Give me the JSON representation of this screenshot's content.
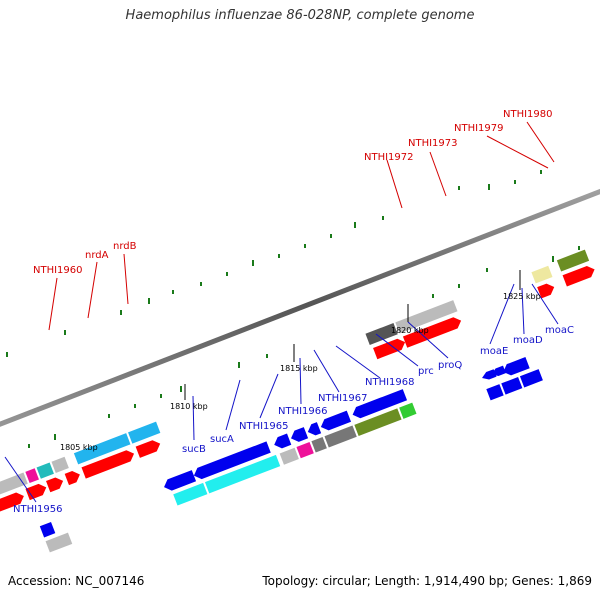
{
  "title": "Haemophilus influenzae 86-028NP, complete genome",
  "footer": {
    "accession": "Accession: NC_007146",
    "summary": "Topology: circular; Length: 1,914,490 bp; Genes: 1,869"
  },
  "scale_labels": [
    "1805 kbp",
    "1810 kbp",
    "1815 kbp",
    "1820 kbp",
    "1825 kbp"
  ],
  "forward_labels": [
    "NTHI1960",
    "nrdA",
    "nrdB",
    "NTHI1972",
    "NTHI1973",
    "NTHI1979",
    "NTHI1980"
  ],
  "reverse_labels": [
    "NTHI1956",
    "sucB",
    "sucA",
    "NTHI1965",
    "NTHI1966",
    "NTHI1967",
    "NTHI1968",
    "prc",
    "proQ",
    "moaE",
    "moaD",
    "moaC"
  ],
  "colors": {
    "forward_label": "#d40000",
    "reverse_label": "#1414c8",
    "forward_cds": "#ff0000",
    "reverse_cds": "#0000ee",
    "backbone": "#777777",
    "tick": "#1a7a1a"
  }
}
